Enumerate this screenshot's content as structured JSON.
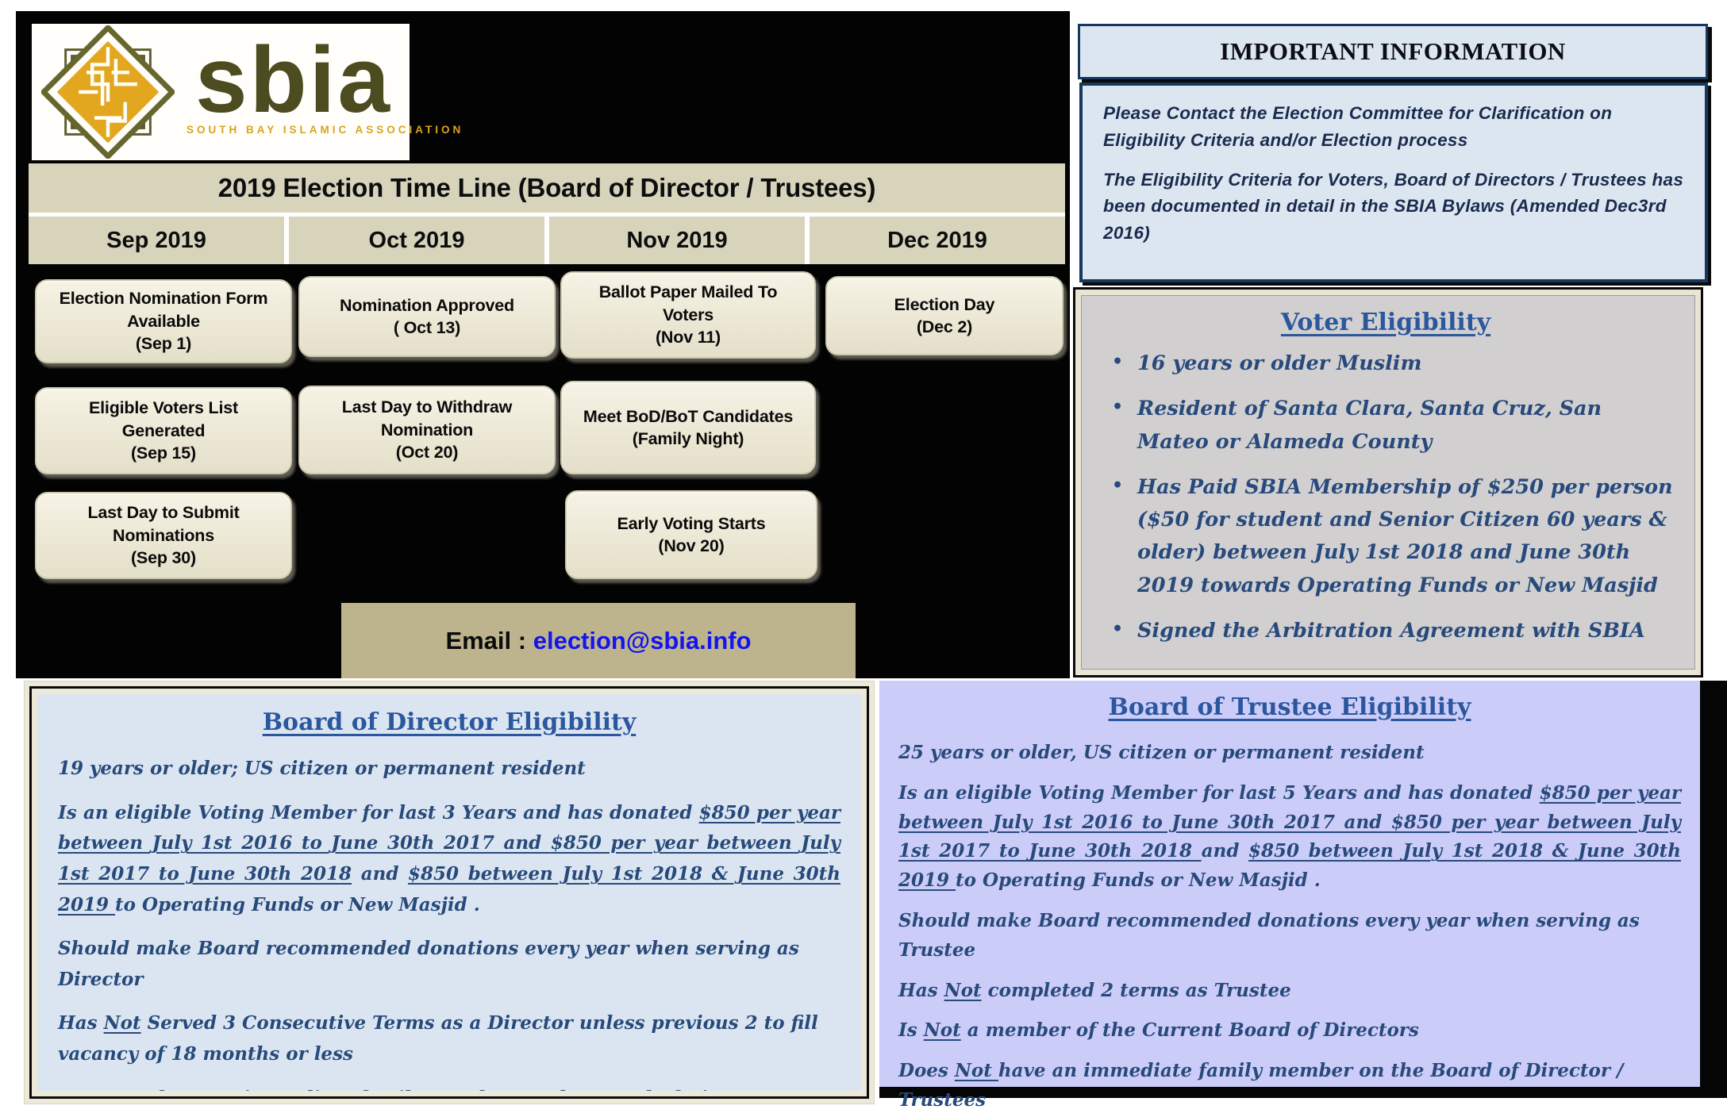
{
  "logo": {
    "acronym": "sbia",
    "full_name": "SOUTH BAY ISLAMIC ASSOCIATION"
  },
  "timeline": {
    "title": "2019 Election Time Line (Board of Director / Trustees)",
    "columns": [
      {
        "month": "Sep 2019",
        "events": [
          {
            "label": "Election Nomination Form Available",
            "date": "(Sep 1)"
          },
          {
            "label": "Eligible Voters List Generated",
            "date": "(Sep 15)"
          },
          {
            "label": "Last Day  to Submit Nominations",
            "date": "(Sep 30)"
          }
        ]
      },
      {
        "month": "Oct 2019",
        "events": [
          {
            "label": "Nomination Approved",
            "date": "( Oct 13)"
          },
          {
            "label": "Last Day to Withdraw Nomination",
            "date": "(Oct 20)"
          }
        ]
      },
      {
        "month": "Nov 2019",
        "events": [
          {
            "label": "Ballot Paper Mailed To Voters",
            "date": "(Nov 11)"
          },
          {
            "label": "Meet BoD/BoT Candidates",
            "date": "(Family Night)"
          },
          {
            "label": "Early Voting Starts",
            "date": "(Nov 20)"
          }
        ]
      },
      {
        "month": "Dec 2019",
        "events": [
          {
            "label": "Election Day",
            "date": "(Dec 2)"
          }
        ]
      }
    ],
    "email_label": "Email",
    "email_separator": " : ",
    "email_address": "election@sbia.info"
  },
  "important_information": {
    "title": "IMPORTANT INFORMATION",
    "paragraphs": [
      "Please Contact the Election Committee for Clarification on Eligibility Criteria and/or Election process",
      "The Eligibility Criteria for Voters, Board of Directors / Trustees has been documented in detail in the SBIA Bylaws (Amended Dec3rd 2016)"
    ]
  },
  "voter_eligibility": {
    "title": "Voter Eligibility",
    "bullets": [
      "16 years or older Muslim",
      "Resident of  Santa Clara, Santa Cruz, San Mateo or Alameda County",
      "Has Paid SBIA Membership of $250 per person ($50 for student and Senior Citizen 60 years & older) between July 1st 2018 and June 30th 2019 towards Operating Funds or New Masjid",
      "Signed the Arbitration Agreement with SBIA"
    ]
  },
  "director_eligibility": {
    "title": "Board of Director Eligibility",
    "paragraphs": [
      [
        {
          "t": "19 years or older; US citizen or permanent resident"
        }
      ],
      [
        {
          "t": "Is an eligible Voting Member for last 3 Years and has donated "
        },
        {
          "t": "$850 per year between July 1st 2016 to June 30th 2017 and ",
          "u": true
        },
        {
          "t": " "
        },
        {
          "t": "$850 per year between July 1st 2017 to June 30th 2018",
          "u": true
        },
        {
          "t": " and "
        },
        {
          "t": "$850 between July 1st 2018 & June 30th 2019 ",
          "u": true
        },
        {
          "t": "to Operating Funds or New Masjid ."
        }
      ],
      [
        {
          "t": "Should make Board recommended donations every year when serving as Director"
        }
      ],
      [
        {
          "t": "Has "
        },
        {
          "t": "Not",
          "u": true
        },
        {
          "t": " Served 3 Consecutive Terms as a Director unless previous 2 to fill vacancy of 18 months or less"
        }
      ],
      [
        {
          "t": "Does "
        },
        {
          "t": "Not ",
          "u": true
        },
        {
          "t": "have an immediate family member on the Board of Director / Trustees"
        }
      ]
    ]
  },
  "trustee_eligibility": {
    "title": "Board of  Trustee Eligibility",
    "paragraphs": [
      [
        {
          "t": "25 years or older, US citizen or permanent resident"
        }
      ],
      [
        {
          "t": "Is an eligible Voting Member for last 5 Years and has donated "
        },
        {
          "t": "$850 per year between July 1st 2016 to June 30th 2017 and ",
          "u": true
        },
        {
          "t": " "
        },
        {
          "t": "$850 per year between July 1st 2017 to June 30th 2018 ",
          "u": true
        },
        {
          "t": "and "
        },
        {
          "t": "$850 between July 1st 2018 & June 30th 2019 ",
          "u": true
        },
        {
          "t": "to Operating Funds or New Masjid ."
        }
      ],
      [
        {
          "t": "Should make Board recommended donations every year when serving as Trustee"
        }
      ],
      [
        {
          "t": "Has "
        },
        {
          "t": "Not",
          "u": true
        },
        {
          "t": " completed 2 terms as Trustee"
        }
      ],
      [
        {
          "t": "Is "
        },
        {
          "t": "Not",
          "u": true
        },
        {
          "t": " a member of the Current Board of Directors"
        }
      ],
      [
        {
          "t": "Does "
        },
        {
          "t": "Not ",
          "u": true
        },
        {
          "t": "have an immediate family member on the Board of Director / Trustees"
        }
      ]
    ]
  },
  "colors": {
    "panel_black": "#030303",
    "header_beige": "#d8d4bc",
    "event_box_cream": "#ece8d5",
    "email_bar_tan": "#bdb48e",
    "email_link_blue": "#1414ee",
    "info_box_blue": "#dce6f1",
    "info_border_navy": "#17375e",
    "voter_box_gray": "#d1cfcf",
    "trustee_box_lavender": "#ccccf8",
    "body_text_navy": "#274a7b",
    "title_navy": "#2b579e",
    "logo_olive": "#4c4c20",
    "logo_gold": "#e2a71f"
  }
}
